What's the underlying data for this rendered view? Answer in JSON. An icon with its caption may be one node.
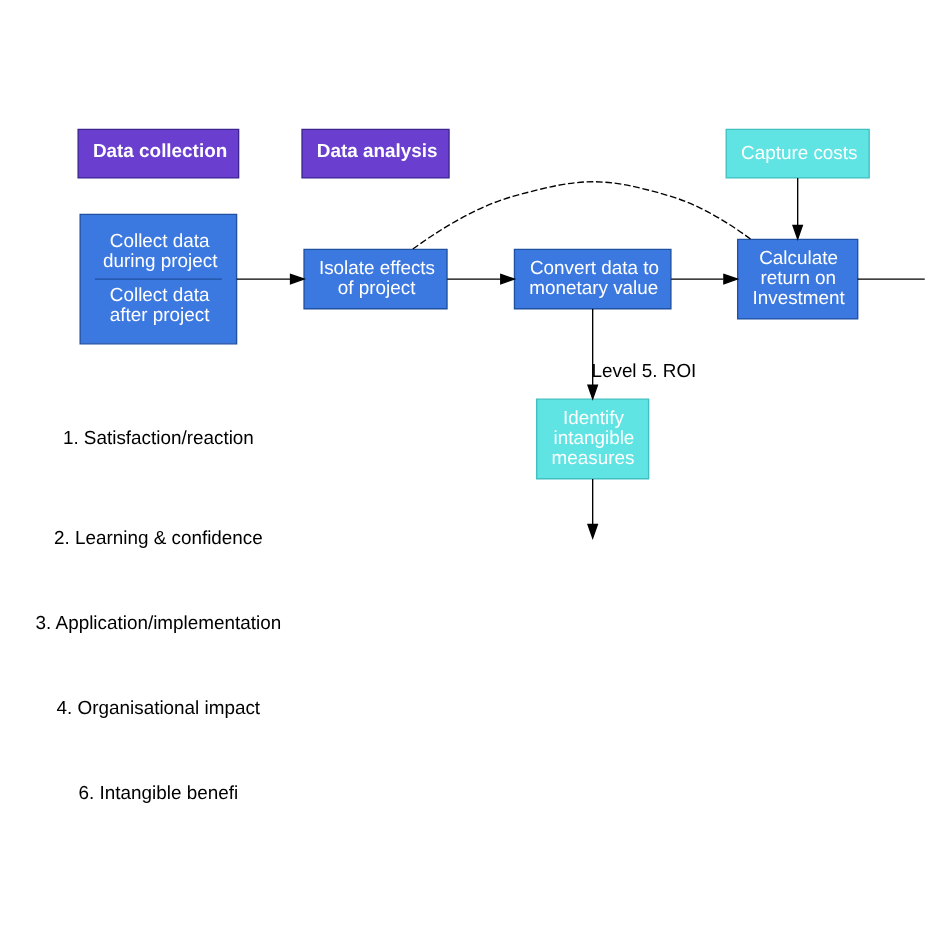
{
  "diagram": {
    "nodes": [
      {
        "text": [
          "Data collection"
        ]
      },
      {
        "text": [
          "Data analysis"
        ]
      },
      {
        "text": [
          "Capture costs"
        ]
      },
      {
        "text": [
          "Collect data during project",
          "Collect data after project"
        ]
      },
      {
        "text": [
          "Isolate effects of project"
        ]
      },
      {
        "text": [
          "Convert data to monetary value"
        ]
      },
      {
        "text": [
          "Calculate return on Investment"
        ]
      },
      {
        "text": [
          "Identify intangible measures"
        ]
      }
    ],
    "edges": [
      {
        "from": 3,
        "to": 4,
        "arrow": "to"
      },
      {
        "from": 4,
        "to": 5,
        "arrow": "to"
      },
      {
        "from": 5,
        "to": 6,
        "arrow": "to"
      },
      {
        "from": 2,
        "to": 6,
        "arrow": "to"
      },
      {
        "from": 4,
        "to": 6,
        "arrow": "none",
        "style": "dashed"
      },
      {
        "from": 5,
        "to": 7,
        "arrow": "to",
        "label": "Level 5. ROI"
      },
      {
        "from": 6,
        "to": null,
        "arrow": "none"
      },
      {
        "from": 7,
        "to": null,
        "arrow": "to"
      }
    ],
    "labels": [
      "1. Satisfaction/reaction",
      "2. Learning & confidence",
      "3. Application/implementation",
      "4. Organisational impact",
      "6. Intangible benefi"
    ]
  }
}
